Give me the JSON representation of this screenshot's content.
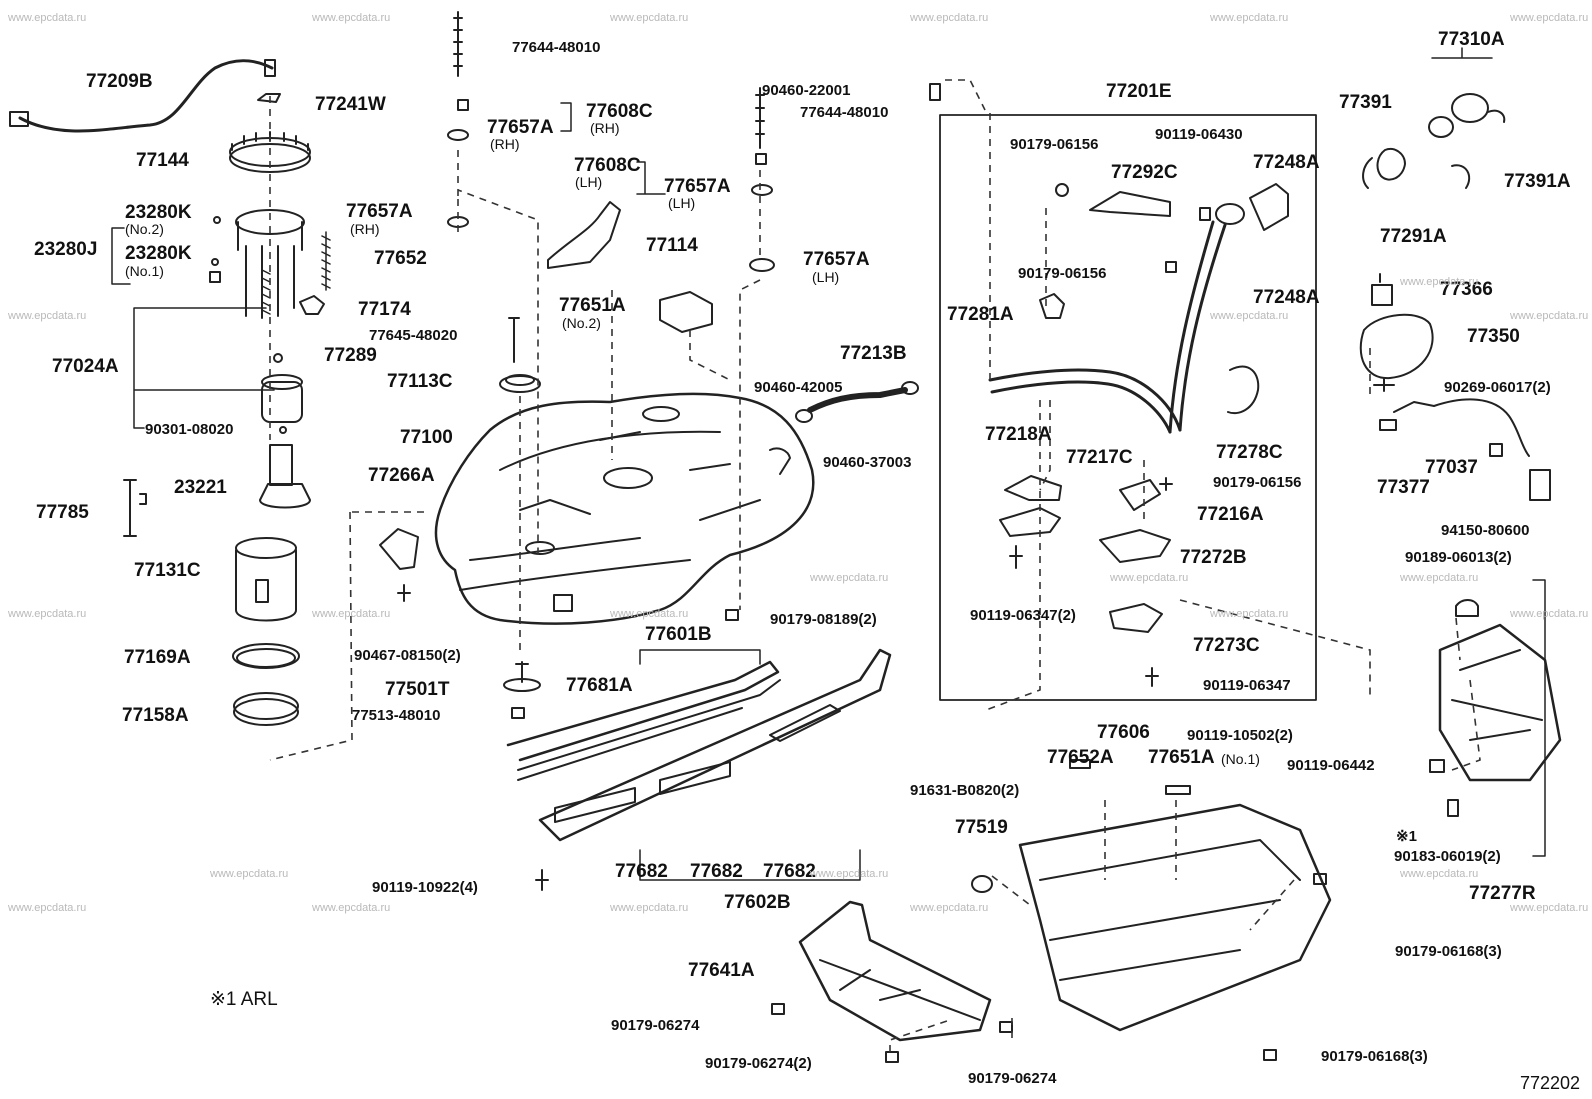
{
  "watermark": "www.epcdata.ru",
  "diagram_code": "772202",
  "footnote": "※1 ARL",
  "callouts": [
    {
      "id": "77209B",
      "text": "77209B"
    },
    {
      "id": "77644-48010-a",
      "text": "77644-48010"
    },
    {
      "id": "77241W",
      "text": "77241W"
    },
    {
      "id": "77608C-rh",
      "text": "77608C"
    },
    {
      "id": "77608C-rh-note",
      "text": "(RH)"
    },
    {
      "id": "77657A-rh-1",
      "text": "77657A"
    },
    {
      "id": "77657A-rh-1-note",
      "text": "(RH)"
    },
    {
      "id": "77144",
      "text": "77144"
    },
    {
      "id": "23280K-no2",
      "text": "23280K"
    },
    {
      "id": "23280K-no2-note",
      "text": "(No.2)"
    },
    {
      "id": "23280J",
      "text": "23280J"
    },
    {
      "id": "23280K-no1",
      "text": "23280K"
    },
    {
      "id": "23280K-no1-note",
      "text": "(No.1)"
    },
    {
      "id": "77657A-rh-2",
      "text": "77657A"
    },
    {
      "id": "77657A-rh-2-note",
      "text": "(RH)"
    },
    {
      "id": "77652",
      "text": "77652"
    },
    {
      "id": "77174",
      "text": "77174"
    },
    {
      "id": "77024A",
      "text": "77024A"
    },
    {
      "id": "77289",
      "text": "77289"
    },
    {
      "id": "90301-08020",
      "text": "90301-08020"
    },
    {
      "id": "23221",
      "text": "23221"
    },
    {
      "id": "77785",
      "text": "77785"
    },
    {
      "id": "77131C",
      "text": "77131C"
    },
    {
      "id": "77169A",
      "text": "77169A"
    },
    {
      "id": "77158A",
      "text": "77158A"
    },
    {
      "id": "90460-22001",
      "text": "90460-22001"
    },
    {
      "id": "77644-48010-b",
      "text": "77644-48010"
    },
    {
      "id": "77608C-lh",
      "text": "77608C"
    },
    {
      "id": "77608C-lh-note",
      "text": "(LH)"
    },
    {
      "id": "77657A-lh-1",
      "text": "77657A"
    },
    {
      "id": "77657A-lh-1-note",
      "text": "(LH)"
    },
    {
      "id": "77114",
      "text": "77114"
    },
    {
      "id": "77657A-lh-2",
      "text": "77657A"
    },
    {
      "id": "77657A-lh-2-note",
      "text": "(LH)"
    },
    {
      "id": "77651A-no2",
      "text": "77651A"
    },
    {
      "id": "77651A-no2-note",
      "text": "(No.2)"
    },
    {
      "id": "77645-48020",
      "text": "77645-48020"
    },
    {
      "id": "77213B",
      "text": "77213B"
    },
    {
      "id": "77113C",
      "text": "77113C"
    },
    {
      "id": "90460-42005",
      "text": "90460-42005"
    },
    {
      "id": "77100",
      "text": "77100"
    },
    {
      "id": "90460-37003",
      "text": "90460-37003"
    },
    {
      "id": "77266A",
      "text": "77266A"
    },
    {
      "id": "90179-08189",
      "text": "90179-08189(2)"
    },
    {
      "id": "90467-08150",
      "text": "90467-08150(2)"
    },
    {
      "id": "77601B",
      "text": "77601B"
    },
    {
      "id": "77681A",
      "text": "77681A"
    },
    {
      "id": "77501T",
      "text": "77501T"
    },
    {
      "id": "77513-48010",
      "text": "77513-48010"
    },
    {
      "id": "90119-10922",
      "text": "90119-10922(4)"
    },
    {
      "id": "77682-a",
      "text": "77682"
    },
    {
      "id": "77682-b",
      "text": "77682"
    },
    {
      "id": "77682-c",
      "text": "77682"
    },
    {
      "id": "77602B",
      "text": "77602B"
    },
    {
      "id": "77641A",
      "text": "77641A"
    },
    {
      "id": "90179-06274-a",
      "text": "90179-06274"
    },
    {
      "id": "90179-06274-b",
      "text": "90179-06274(2)"
    },
    {
      "id": "90179-06274-c",
      "text": "90179-06274"
    },
    {
      "id": "77201E",
      "text": "77201E"
    },
    {
      "id": "90179-06156-a",
      "text": "90179-06156"
    },
    {
      "id": "90119-06430",
      "text": "90119-06430"
    },
    {
      "id": "77292C",
      "text": "77292C"
    },
    {
      "id": "77248A-a",
      "text": "77248A"
    },
    {
      "id": "90179-06156-b",
      "text": "90179-06156"
    },
    {
      "id": "77248A-b",
      "text": "77248A"
    },
    {
      "id": "77281A",
      "text": "77281A"
    },
    {
      "id": "77218A",
      "text": "77218A"
    },
    {
      "id": "77217C",
      "text": "77217C"
    },
    {
      "id": "77278C",
      "text": "77278C"
    },
    {
      "id": "90179-06156-c",
      "text": "90179-06156"
    },
    {
      "id": "77216A",
      "text": "77216A"
    },
    {
      "id": "77272B",
      "text": "77272B"
    },
    {
      "id": "90119-06347-2",
      "text": "90119-06347(2)"
    },
    {
      "id": "77273C",
      "text": "77273C"
    },
    {
      "id": "90119-06347",
      "text": "90119-06347"
    },
    {
      "id": "91631-B0820",
      "text": "91631-B0820(2)"
    },
    {
      "id": "77606",
      "text": "77606"
    },
    {
      "id": "77652A",
      "text": "77652A"
    },
    {
      "id": "77651A-no1",
      "text": "77651A"
    },
    {
      "id": "77651A-no1-note",
      "text": "(No.1)"
    },
    {
      "id": "77519",
      "text": "77519"
    },
    {
      "id": "90179-06168-a",
      "text": "90179-06168(3)"
    },
    {
      "id": "90179-06168-b",
      "text": "90179-06168(3)"
    },
    {
      "id": "77310A",
      "text": "77310A"
    },
    {
      "id": "77391",
      "text": "77391"
    },
    {
      "id": "77391A",
      "text": "77391A"
    },
    {
      "id": "77291A",
      "text": "77291A"
    },
    {
      "id": "77366",
      "text": "77366"
    },
    {
      "id": "77350",
      "text": "77350"
    },
    {
      "id": "90269-06017",
      "text": "90269-06017(2)"
    },
    {
      "id": "77037",
      "text": "77037"
    },
    {
      "id": "77377",
      "text": "77377"
    },
    {
      "id": "94150-80600",
      "text": "94150-80600"
    },
    {
      "id": "90189-06013",
      "text": "90189-06013(2)"
    },
    {
      "id": "90119-10502",
      "text": "90119-10502(2)"
    },
    {
      "id": "90119-06442",
      "text": "90119-06442"
    },
    {
      "id": "mark-1",
      "text": "※1"
    },
    {
      "id": "90183-06019",
      "text": "90183-06019(2)"
    },
    {
      "id": "77277R",
      "text": "77277R"
    }
  ]
}
